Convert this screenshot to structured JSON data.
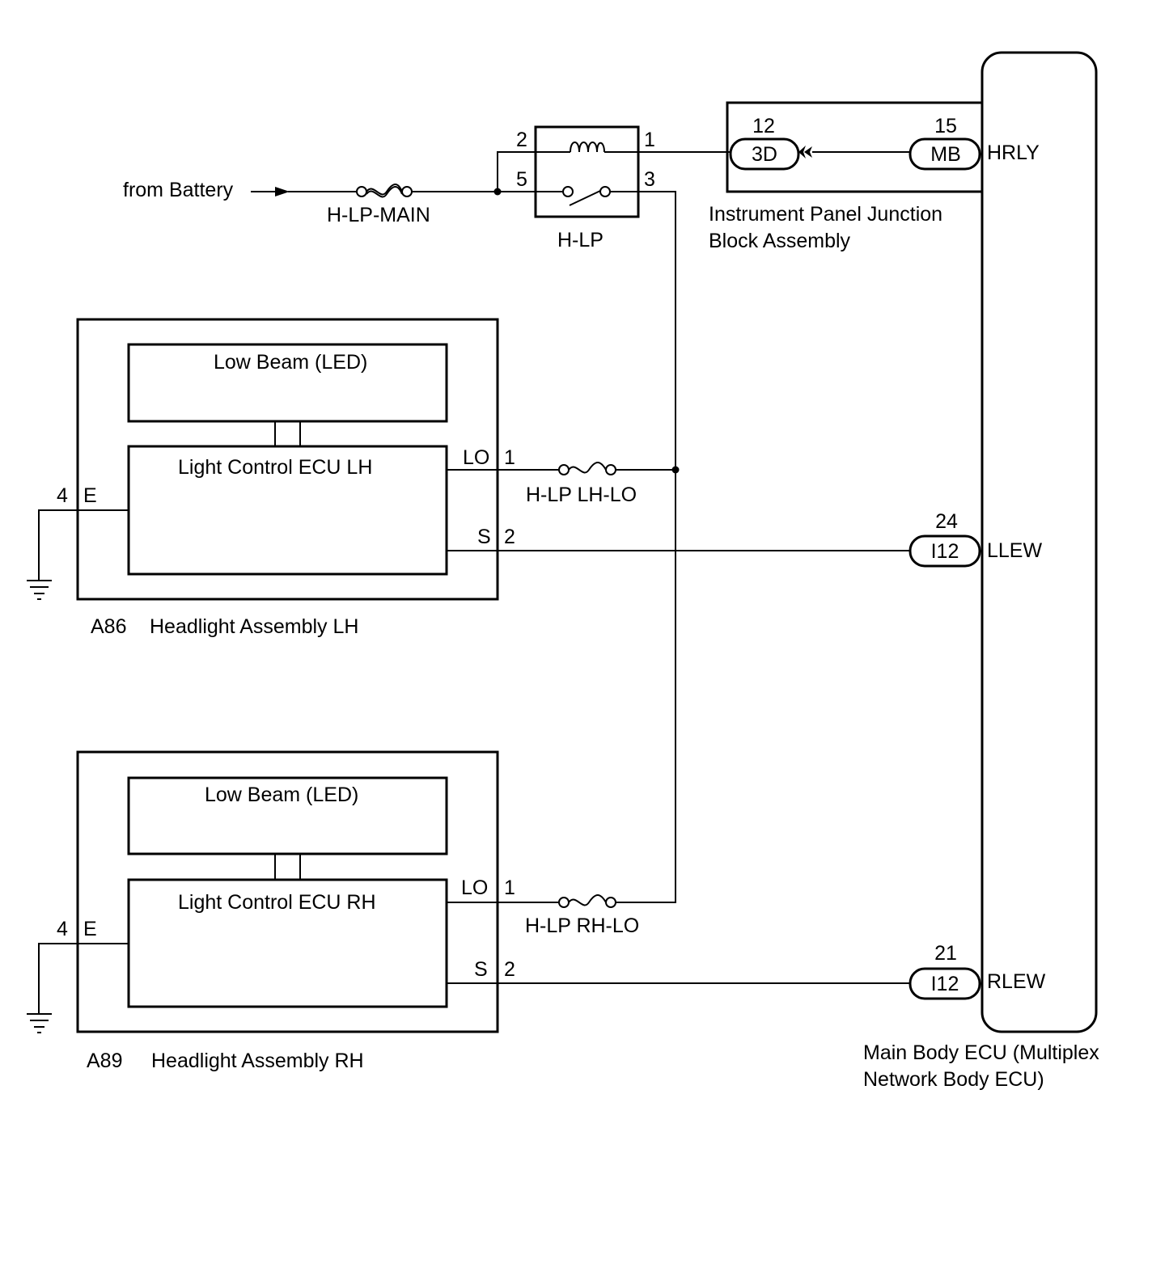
{
  "colors": {
    "line": "#000000",
    "background": "#ffffff"
  },
  "source": {
    "label": "from Battery"
  },
  "fuses": {
    "main": "H-LP-MAIN",
    "lh_lo": "H-LP LH-LO",
    "rh_lo": "H-LP RH-LO"
  },
  "relay": {
    "name": "H-LP",
    "pins": {
      "p1": "1",
      "p2": "2",
      "p3": "3",
      "p5": "5"
    }
  },
  "junction_block": {
    "name_line1": "Instrument Panel Junction",
    "name_line2": "Block Assembly",
    "conn_left": {
      "pin": "12",
      "id": "3D"
    },
    "conn_right": {
      "pin": "15",
      "id": "MB"
    }
  },
  "main_ecu": {
    "name_line1": "Main Body ECU (Multiplex",
    "name_line2": "Network Body ECU)",
    "terminals": {
      "hrly": "HRLY",
      "llew": {
        "pin": "24",
        "conn": "I12",
        "label": "LLEW"
      },
      "rlew": {
        "pin": "21",
        "conn": "I12",
        "label": "RLEW"
      }
    }
  },
  "headlight_lh": {
    "code": "A86",
    "name": "Headlight Assembly LH",
    "low_beam": "Low Beam (LED)",
    "ecu": "Light Control ECU LH",
    "terminals": {
      "lo": {
        "name": "LO",
        "pin": "1"
      },
      "s": {
        "name": "S",
        "pin": "2"
      },
      "e": {
        "name": "E",
        "pin": "4"
      }
    }
  },
  "headlight_rh": {
    "code": "A89",
    "name": "Headlight Assembly RH",
    "low_beam": "Low Beam (LED)",
    "ecu": "Light Control ECU RH",
    "terminals": {
      "lo": {
        "name": "LO",
        "pin": "1"
      },
      "s": {
        "name": "S",
        "pin": "2"
      },
      "e": {
        "name": "E",
        "pin": "4"
      }
    }
  }
}
